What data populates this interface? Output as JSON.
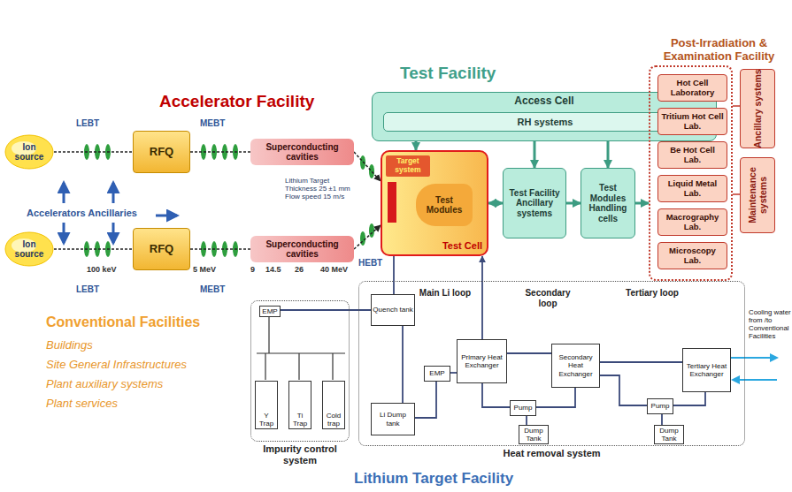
{
  "diagram": {
    "nodes": [
      {
        "text": [
          "Ion source"
        ]
      },
      {
        "text": [
          "RFQ"
        ]
      },
      {
        "text": [
          "Superconducting cavities"
        ]
      },
      {
        "text": [
          "Ion source"
        ]
      },
      {
        "text": [
          "RFQ"
        ]
      },
      {
        "text": [
          "Superconducting cavities"
        ]
      },
      {
        "text": [
          "Access Cell"
        ]
      },
      {
        "text": [
          "RH systems"
        ],
        "in": 6
      },
      {
        "text": [
          "Test Cell"
        ]
      },
      {
        "text": [
          "Target system"
        ],
        "in": 8
      },
      {
        "text": [
          "Test Modules"
        ],
        "in": 8
      },
      {
        "text": [
          "Test Facility Ancillary systems"
        ]
      },
      {
        "text": [
          "Test Modules Handling cells"
        ]
      },
      {
        "text": [
          "Post-Irradiation & Examination Facility"
        ]
      },
      {
        "text": [
          "Hot Cell Laboratory"
        ],
        "in": 13
      },
      {
        "text": [
          "Tritium Hot Cell Lab."
        ],
        "in": 13
      },
      {
        "text": [
          "Be Hot Cell Lab."
        ],
        "in": 13
      },
      {
        "text": [
          "Liquid Metal Lab."
        ],
        "in": 13
      },
      {
        "text": [
          "Macrography Lab."
        ],
        "in": 13
      },
      {
        "text": [
          "Microscopy Lab."
        ],
        "in": 13
      },
      {
        "text": [
          "Ancillary systems"
        ]
      },
      {
        "text": [
          "Maintenance systems"
        ]
      },
      {
        "text": [
          "Impurity control system"
        ]
      },
      {
        "text": [
          "Y Trap"
        ],
        "in": 22
      },
      {
        "text": [
          "Ti Trap"
        ],
        "in": 22
      },
      {
        "text": [
          "Cold trap"
        ],
        "in": 22
      },
      {
        "text": [
          "Heat removal system"
        ]
      },
      {
        "text": [
          "Quench tank"
        ],
        "in": 26
      },
      {
        "text": [
          "EMP"
        ],
        "in": 22
      },
      {
        "text": [
          "Li Dump tank"
        ],
        "in": 26
      },
      {
        "text": [
          "EMP"
        ],
        "in": 26
      },
      {
        "text": [
          "Primary Heat Exchanger"
        ],
        "in": 26
      },
      {
        "text": [
          "Secondary Heat Exchanger"
        ],
        "in": 26
      },
      {
        "text": [
          "Tertiary Heat Exchanger"
        ],
        "in": 26
      },
      {
        "text": [
          "Pump"
        ],
        "in": 26
      },
      {
        "text": [
          "Dump Tank"
        ],
        "in": 26
      },
      {
        "text": [
          "Pump"
        ],
        "in": 26
      },
      {
        "text": [
          "Dump Tank"
        ],
        "in": 26
      }
    ],
    "edges": [
      {
        "from": 0,
        "to": 1,
        "arrow": "none"
      },
      {
        "from": 1,
        "to": 2,
        "arrow": "none"
      },
      {
        "from": 2,
        "to": 8,
        "arrow": "to"
      },
      {
        "from": 3,
        "to": 4,
        "arrow": "none"
      },
      {
        "from": 4,
        "to": 5,
        "arrow": "none"
      },
      {
        "from": 5,
        "to": 8,
        "arrow": "to"
      },
      {
        "from": 7,
        "to": 8,
        "arrow": "both"
      },
      {
        "from": 7,
        "to": 11,
        "arrow": "both"
      },
      {
        "from": 7,
        "to": 12,
        "arrow": "both"
      },
      {
        "from": 8,
        "to": 11,
        "arrow": "both"
      },
      {
        "from": 11,
        "to": 12,
        "arrow": "to"
      },
      {
        "from": 12,
        "to": 13,
        "arrow": "to"
      },
      {
        "from": 13,
        "to": 20,
        "arrow": "none"
      },
      {
        "from": 13,
        "to": 21,
        "arrow": "none"
      },
      {
        "from": 8,
        "to": 27,
        "arrow": "none"
      },
      {
        "from": 27,
        "to": 29,
        "arrow": "none"
      },
      {
        "from": 28,
        "to": 27,
        "arrow": "none"
      },
      {
        "from": 29,
        "to": 30,
        "arrow": "none"
      },
      {
        "from": 30,
        "to": 31,
        "arrow": "none"
      },
      {
        "from": 31,
        "to": 8,
        "arrow": "to"
      },
      {
        "from": 31,
        "to": 32,
        "arrow": "none"
      },
      {
        "from": 32,
        "to": 34,
        "arrow": "none"
      },
      {
        "from": 34,
        "to": 31,
        "arrow": "none"
      },
      {
        "from": 35,
        "to": 34,
        "arrow": "none"
      },
      {
        "from": 32,
        "to": 33,
        "arrow": "none"
      },
      {
        "from": 33,
        "to": 36,
        "arrow": "none"
      },
      {
        "from": 36,
        "to": 32,
        "arrow": "none"
      },
      {
        "from": 37,
        "to": 36,
        "arrow": "none"
      }
    ],
    "labels": [
      "Accelerator Facility",
      "Test Facility",
      "Lithium Target Facility",
      "Conventional Facilities",
      "Buildings",
      "Site General Infrastructures",
      "Plant auxiliary systems",
      "Plant services",
      "LEBT",
      "MEBT",
      "LEBT",
      "MEBT",
      "HEBT",
      "Accelerators Ancillaries",
      "100 keV",
      "5 MeV",
      "9",
      "14.5",
      "26",
      "40 MeV",
      "Lithium Target Thickness 25 ±1 mm Flow speed 15 m/s",
      "Main Li loop",
      "Secondary loop",
      "Tertiary loop",
      "Cooling water from /to Conventional Facilities"
    ]
  }
}
